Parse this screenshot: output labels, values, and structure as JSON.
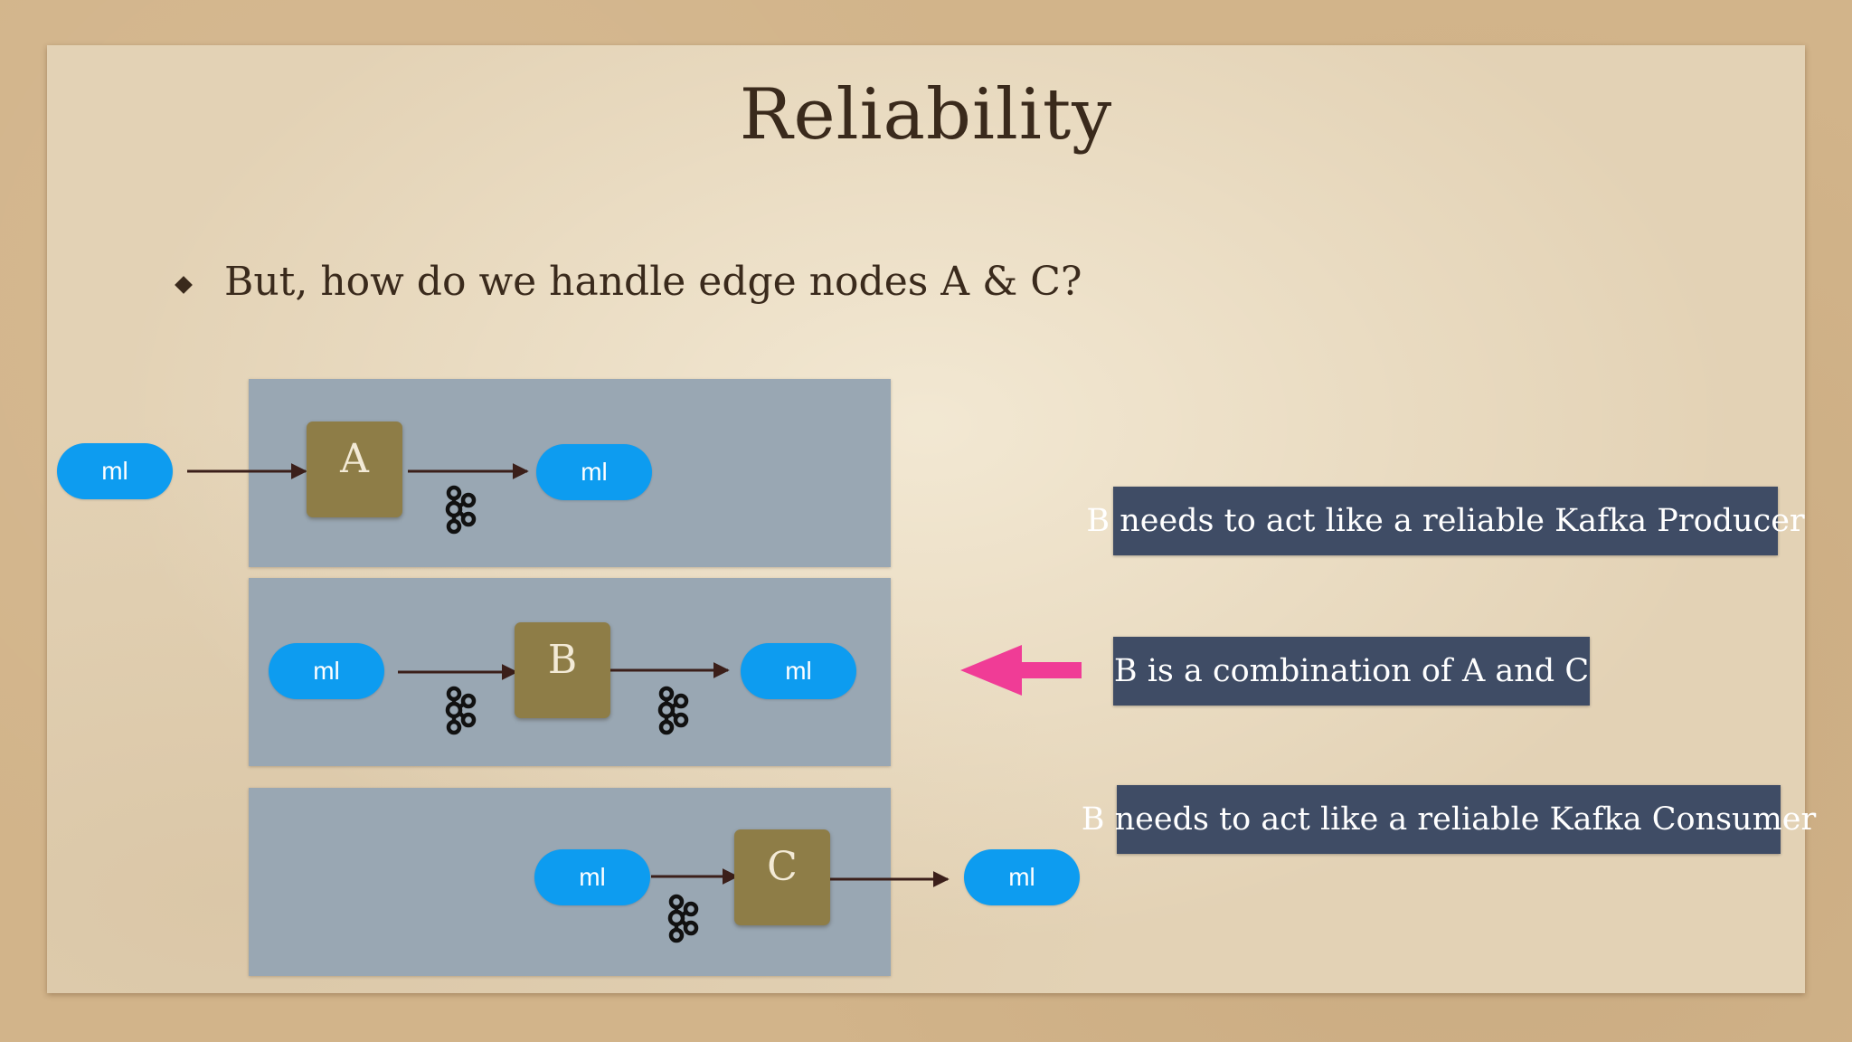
{
  "slide": {
    "title": "Reliability",
    "bullet": "But, how do we handle edge nodes A & C?"
  },
  "diagram": {
    "pill_label": "ml",
    "nodes": {
      "a": "A",
      "b": "B",
      "c": "C"
    },
    "kafka_icon": "kafka-icon",
    "callouts": {
      "producer": "B needs to act like a reliable Kafka Producer",
      "combination": "B is a combination of A and C",
      "consumer": "B needs to act like a reliable Kafka Consumer"
    }
  },
  "colors": {
    "pill": "#0d9cf0",
    "node": "#8e7d47",
    "panel": "#99a7b3",
    "callout": "#3f4c65",
    "arrow_highlight": "#f03c96",
    "text": "#3a2a1c"
  }
}
